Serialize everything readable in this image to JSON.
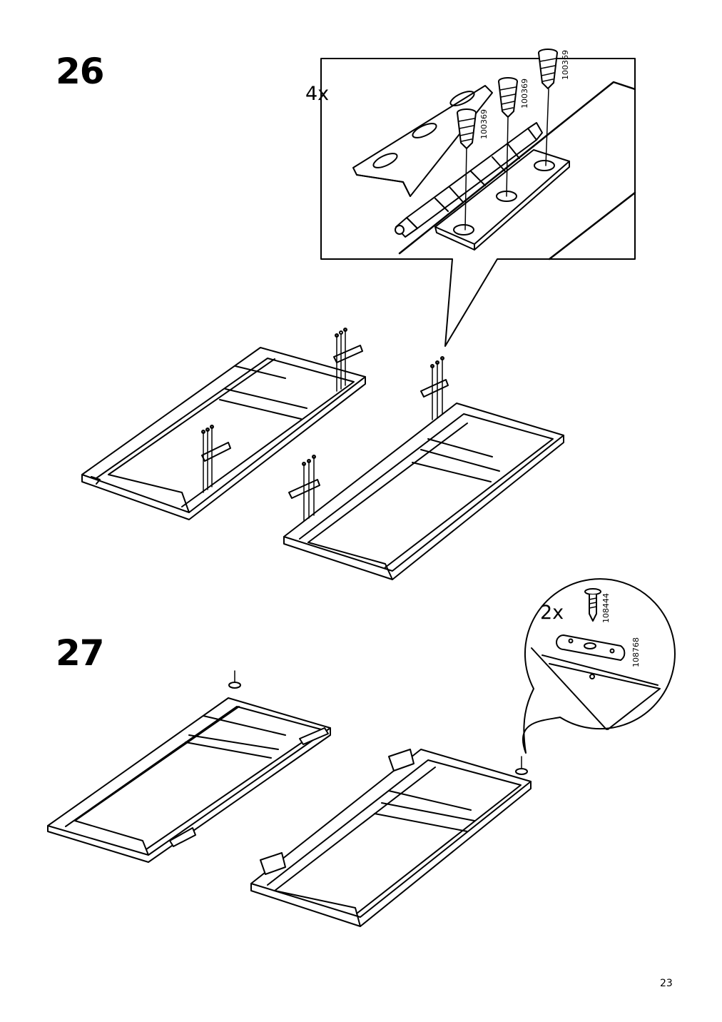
{
  "page": {
    "number": "23"
  },
  "steps": [
    {
      "number": "26",
      "detail": {
        "quantity": "4x",
        "part_numbers": [
          "100369",
          "100369",
          "100369"
        ]
      }
    },
    {
      "number": "27",
      "detail": {
        "quantity": "2x",
        "part_numbers": [
          "108444",
          "108768"
        ]
      }
    }
  ]
}
